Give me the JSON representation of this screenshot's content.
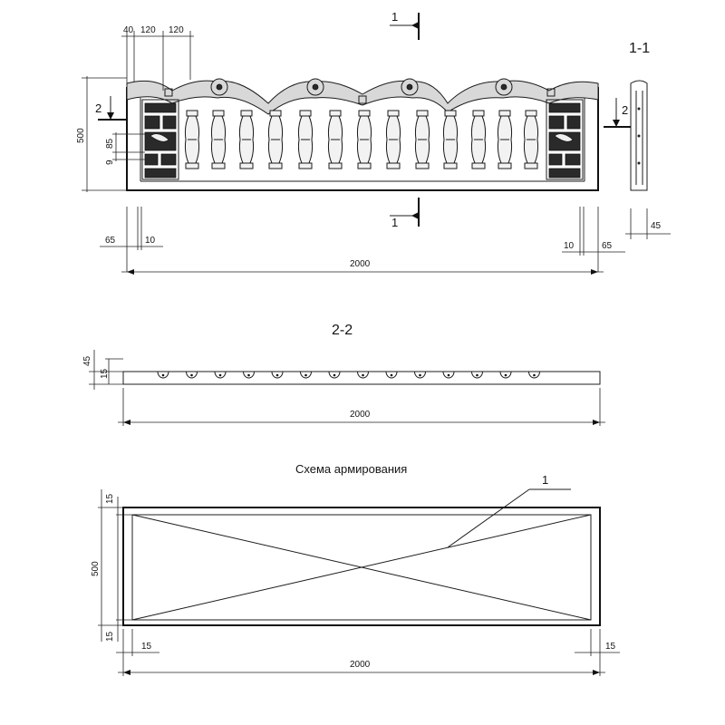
{
  "elevation": {
    "section_label": "1-1",
    "marker_1": "1",
    "marker_2": "2",
    "dims": {
      "d40": "40",
      "d120a": "120",
      "d120b": "120",
      "d500": "500",
      "d85": "85",
      "d9": "9",
      "d65_left": "65",
      "d10_left": "10",
      "d10_right": "10",
      "d65_right": "65",
      "d45": "45",
      "d2000": "2000"
    }
  },
  "section_2_2": {
    "label": "2-2",
    "dims": {
      "d45": "45",
      "d15": "15",
      "d2000": "2000"
    }
  },
  "reinforcement": {
    "title": "Схема армирования",
    "callout": "1",
    "dims": {
      "d15_top": "15",
      "d500": "500",
      "d15_bottom": "15",
      "d15_left": "15",
      "d15_right": "15",
      "d2000": "2000"
    }
  }
}
